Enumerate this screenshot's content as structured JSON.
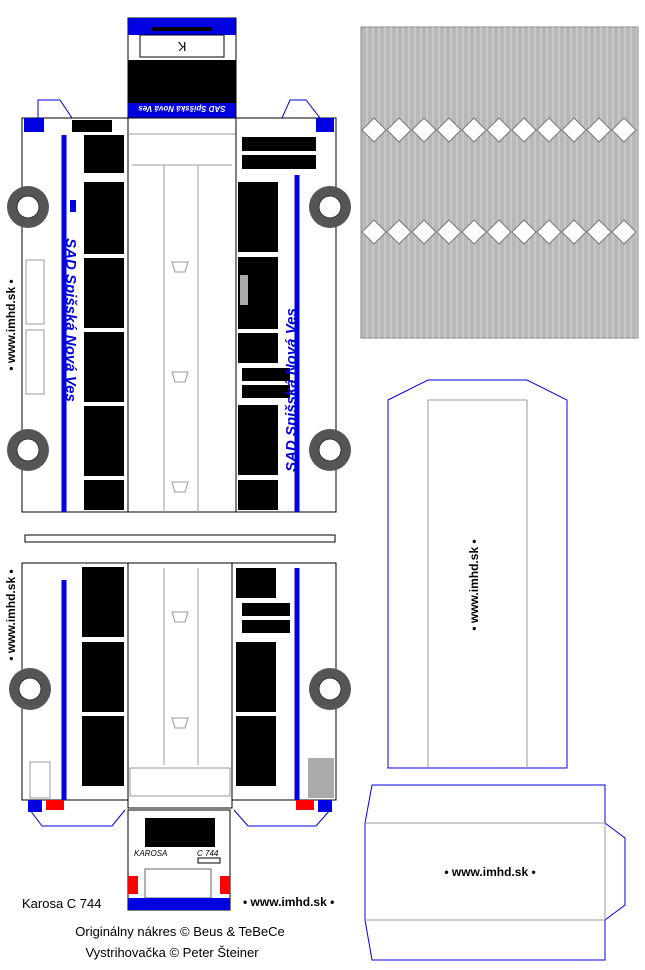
{
  "title": "Karosa C 744",
  "website": "• www.imhd.sk •",
  "website_plain": "www.imhd.sk",
  "livery_text": "SAD  Spišská  Nová  Ves",
  "rear_brand": "KAROSA",
  "rear_model": "C 744",
  "front_letter": "K",
  "credits": [
    "Originálny nákres © Beus & TeBeCe",
    "Vystrihovačka © Peter Šteiner"
  ],
  "colors": {
    "accent": "#0000e0",
    "roof_pattern": "#b8b8b8",
    "tail_red": "#ff0000",
    "tail_orange": "#ffa500"
  }
}
